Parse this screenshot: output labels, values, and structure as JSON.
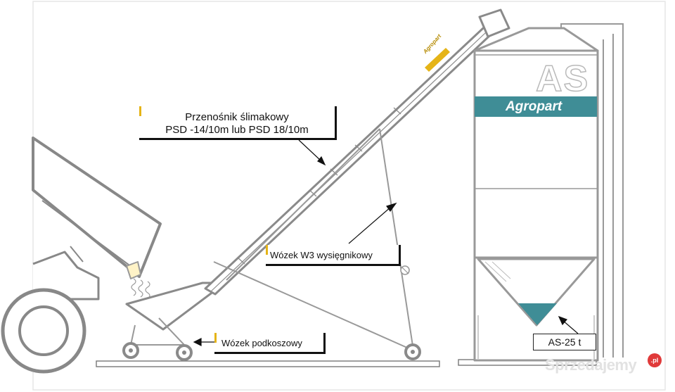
{
  "labels": {
    "screw_conveyor_line1": "Przenośnik ślimakowy",
    "screw_conveyor_line2": "PSD -14/10m  lub PSD 18/10m",
    "w3_trolley": "Wózek W3 wysięgnikowy",
    "hopper_trolley": "Wózek podkoszowy",
    "silo_capacity": "AS-25 t"
  },
  "brand": {
    "name": "Agropart",
    "silo_logo": "AS",
    "accent_color": "#3f8d96",
    "highlight_color": "#e5b417"
  },
  "watermark": {
    "text": "Sprzedajemy",
    "suffix": ".pl"
  },
  "icons": [
    "truck",
    "screw-conveyor",
    "silo",
    "wheel",
    "arrow"
  ]
}
